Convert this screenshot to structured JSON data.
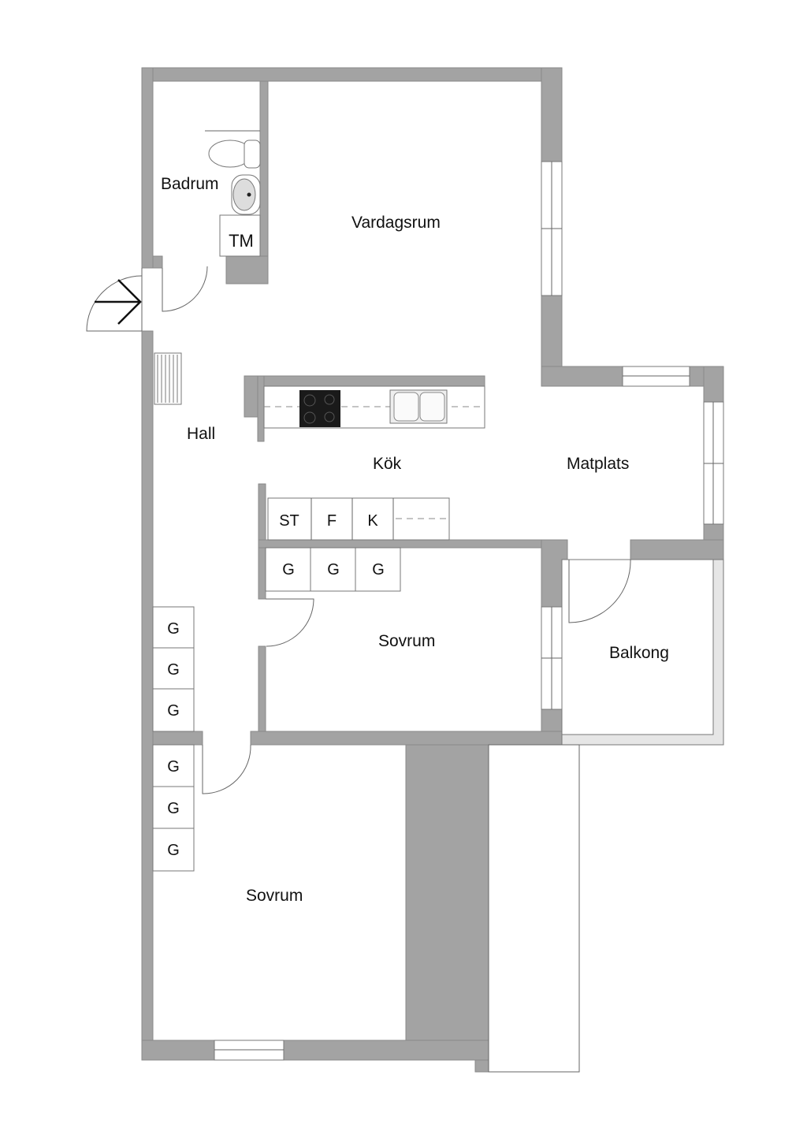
{
  "rooms": {
    "badrum": "Badrum",
    "vardagsrum": "Vardagsrum",
    "hall": "Hall",
    "kok": "Kök",
    "matplats": "Matplats",
    "sovrum1": "Sovrum",
    "sovrum2": "Sovrum",
    "balkong": "Balkong"
  },
  "fixtures": {
    "tm": "TM",
    "st": "ST",
    "f": "F",
    "k": "K",
    "g": "G"
  },
  "colors": {
    "wall": "#a3a3a3",
    "balcony_rail": "#e6e6e6"
  }
}
